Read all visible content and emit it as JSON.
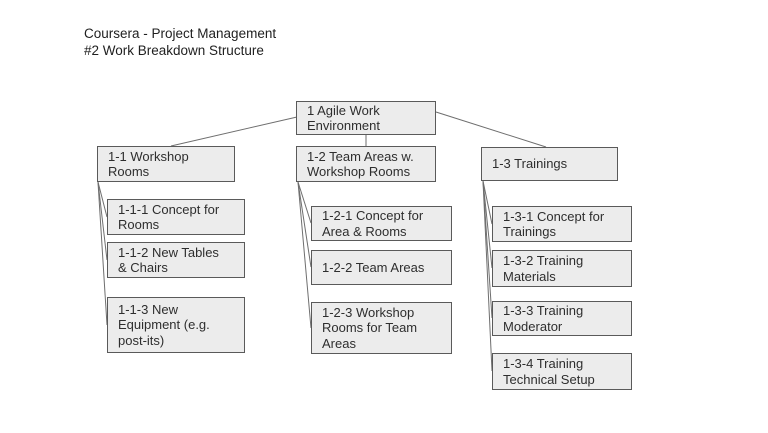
{
  "header": {
    "title_line1": "Coursera - Project Management",
    "title_line2": "#2 Work Breakdown Structure"
  },
  "colors": {
    "box_fill": "#ececec",
    "box_border": "#5a5a5a",
    "connector_line": "#6e6e6e",
    "text": "#2e2e2e",
    "background": "#ffffff"
  },
  "wbs": {
    "root": {
      "label": "1 Agile Work Environment"
    },
    "branches": [
      {
        "label": "1-1 Workshop Rooms",
        "children": [
          {
            "label": "1-1-1 Concept for Rooms"
          },
          {
            "label": "1-1-2 New Tables & Chairs"
          },
          {
            "label": "1-1-3 New Equipment (e.g. post-its)"
          }
        ]
      },
      {
        "label": "1-2 Team Areas w. Workshop Rooms",
        "children": [
          {
            "label": "1-2-1 Concept for Area & Rooms"
          },
          {
            "label": "1-2-2 Team Areas"
          },
          {
            "label": "1-2-3 Workshop Rooms for Team Areas"
          }
        ]
      },
      {
        "label": "1-3 Trainings",
        "children": [
          {
            "label": "1-3-1 Concept for Trainings"
          },
          {
            "label": "1-3-2 Training Materials"
          },
          {
            "label": "1-3-3 Training Moderator"
          },
          {
            "label": "1-3-4 Training Technical Setup"
          }
        ]
      }
    ]
  }
}
